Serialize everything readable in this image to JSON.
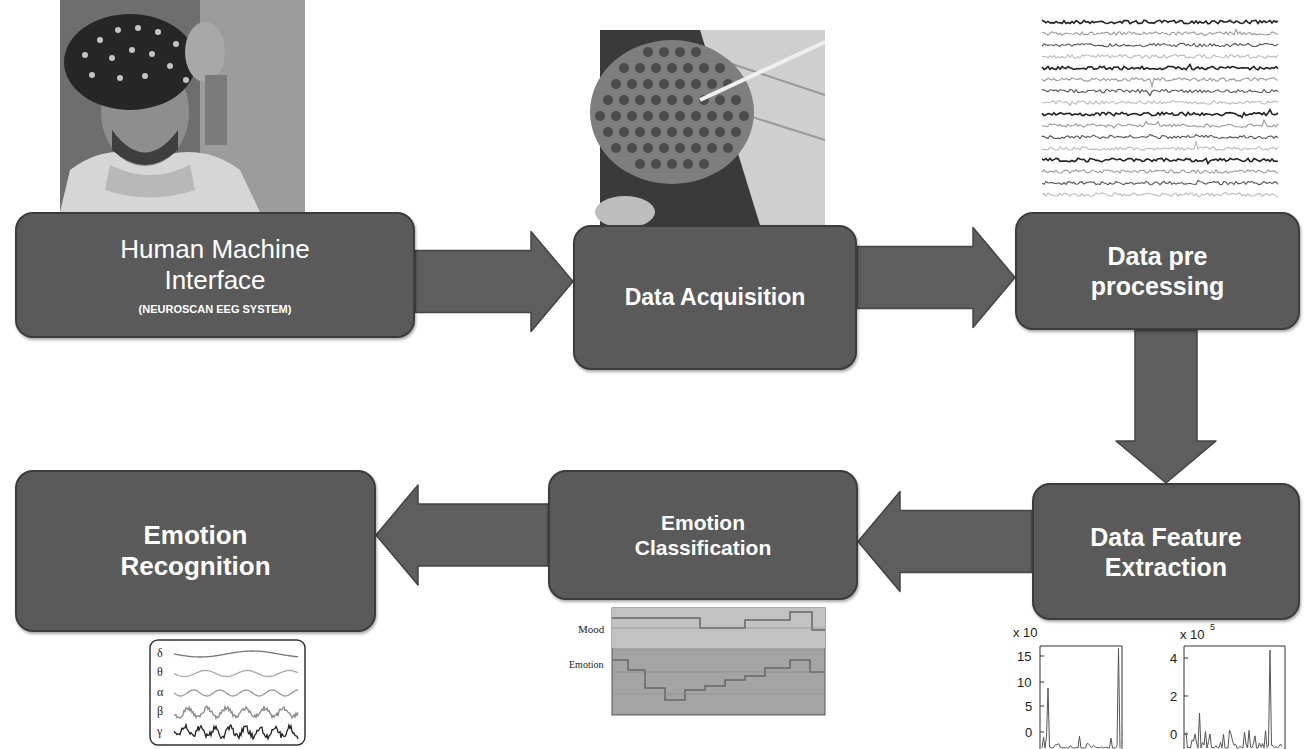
{
  "diagram": {
    "nodes": [
      {
        "text": [
          "Human Machine Interface",
          "(NEUROSCAN EEG SYSTEM)"
        ]
      },
      {
        "text": [
          "Data Acquisition"
        ]
      },
      {
        "text": [
          "Data pre processing"
        ]
      },
      {
        "text": [
          "Data Feature Extraction"
        ]
      },
      {
        "text": [
          "Emotion Classification"
        ]
      },
      {
        "text": [
          "Emotion Recognition"
        ]
      }
    ],
    "edges": [
      {
        "from": 0,
        "to": 1,
        "arrow": "to"
      },
      {
        "from": 1,
        "to": 2,
        "arrow": "to"
      },
      {
        "from": 2,
        "to": 3,
        "arrow": "to"
      },
      {
        "from": 3,
        "to": 4,
        "arrow": "to"
      },
      {
        "from": 4,
        "to": 5,
        "arrow": "to"
      }
    ],
    "labels": [
      "Mood",
      "Emotion",
      "δ",
      "θ",
      "α",
      "β",
      "γ",
      "x 10",
      "15",
      "10",
      "5",
      "0",
      "x 10",
      "5",
      "4",
      "2",
      "0"
    ]
  }
}
